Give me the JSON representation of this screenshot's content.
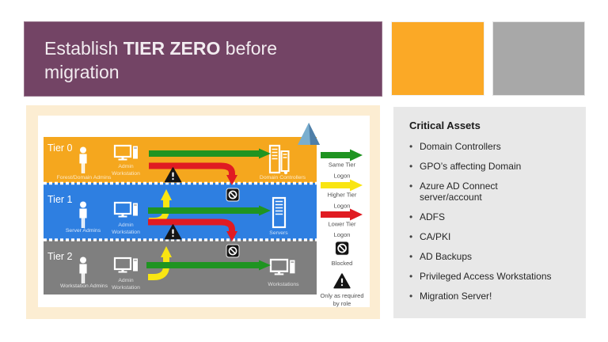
{
  "title": {
    "prefix": "Establish ",
    "emphasis": "TIER ZERO",
    "suffix": " before migration"
  },
  "colors": {
    "title_bg": "#734465",
    "accent_orange": "#fba926",
    "accent_gray": "#a8a8a8",
    "frame_cream": "#fcedd2",
    "panel_bg": "#e8e8e8",
    "tier0_band": "#f5a71e",
    "tier1_band": "#2e7fe1",
    "tier2_band": "#7f7f7f",
    "arrow_green": "#1f9421",
    "arrow_yellow": "#f9e512",
    "arrow_red": "#e01b22"
  },
  "diagram": {
    "tiers": [
      {
        "name": "Tier 0",
        "admins": "Forest/Domain Admins",
        "workstation_line1": "Admin",
        "workstation_line2": "Workstation",
        "asset": "Domain Controllers"
      },
      {
        "name": "Tier 1",
        "admins": "Server Admins",
        "workstation_line1": "Admin",
        "workstation_line2": "Workstation",
        "asset": "Servers"
      },
      {
        "name": "Tier 2",
        "admins": "Workstation Admins",
        "workstation_line1": "Admin",
        "workstation_line2": "Workstation",
        "asset": "Workstations"
      }
    ],
    "legend": [
      {
        "symbol": "green-arrow",
        "line1": "Same Tier",
        "line2": "Logon"
      },
      {
        "symbol": "yellow-arrow",
        "line1": "Higher Tier",
        "line2": "Logon"
      },
      {
        "symbol": "red-arrow",
        "line1": "Lower Tier",
        "line2": "Logon"
      },
      {
        "symbol": "blocked-sign",
        "line1": "Blocked",
        "line2": ""
      },
      {
        "symbol": "warning-sign",
        "line1": "Only as required",
        "line2": "by role"
      }
    ]
  },
  "panel": {
    "heading": "Critical Assets",
    "bullet": "•",
    "items": [
      "Domain Controllers",
      "GPO’s affecting Domain",
      "Azure AD Connect\nserver/account",
      "ADFS",
      "CA/PKI",
      "AD Backups",
      "Privileged Access Workstations",
      "Migration Server!"
    ]
  }
}
